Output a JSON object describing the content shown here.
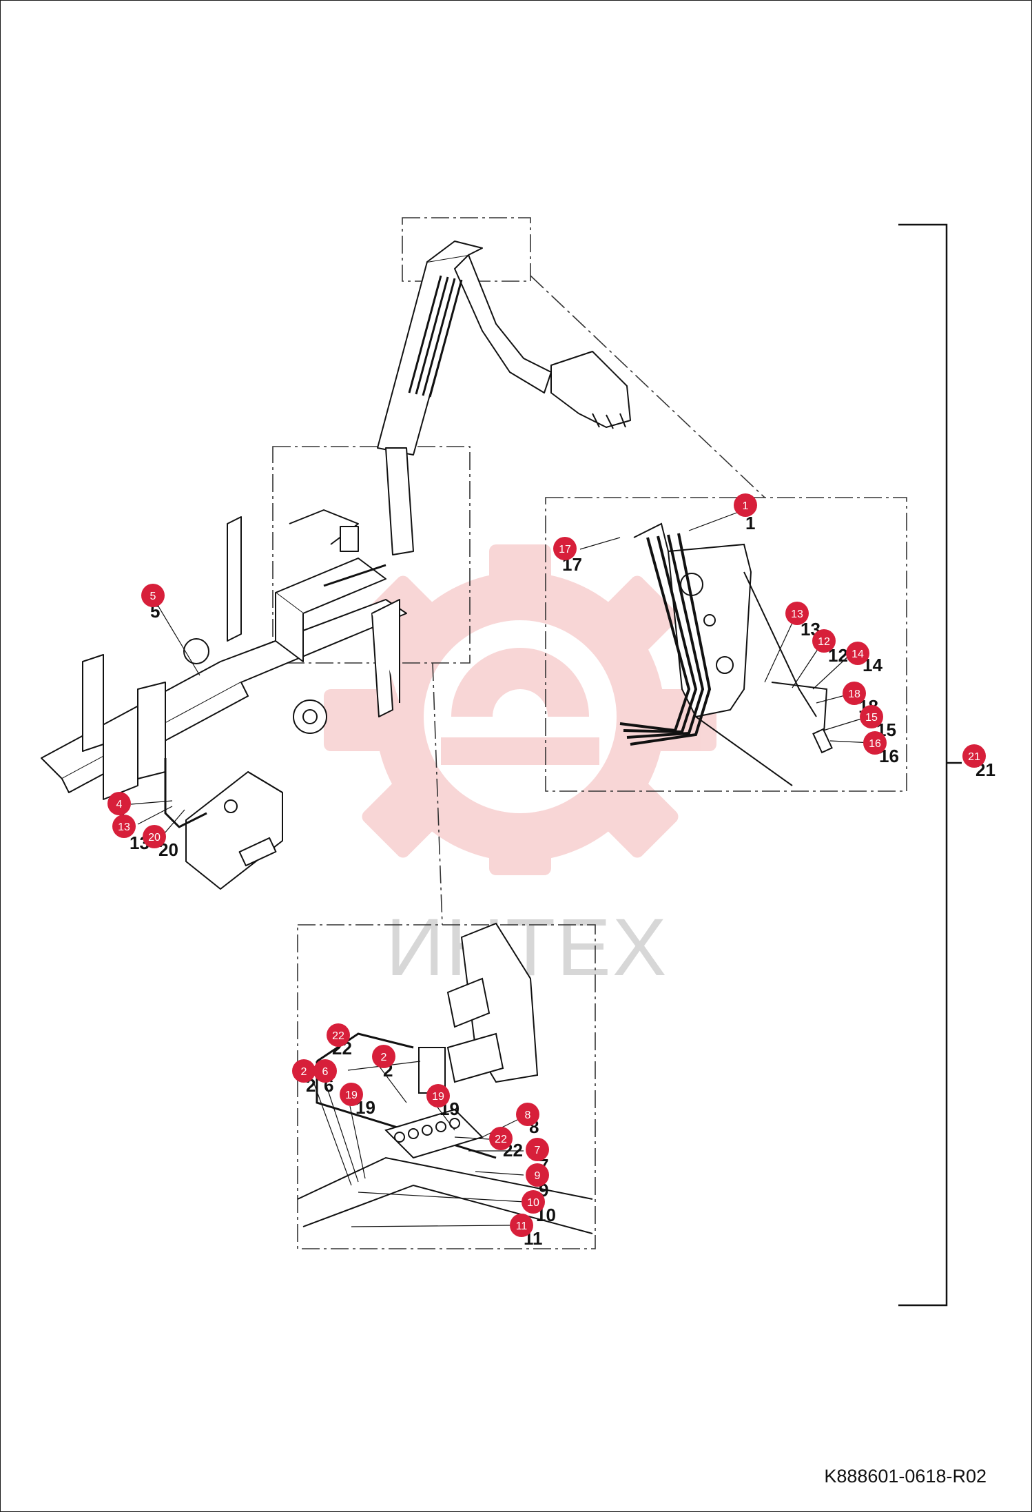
{
  "watermark": {
    "text": "ИНТЕХ",
    "color": "#f3b6b6"
  },
  "document_code": "K888601-0618-R02",
  "colors": {
    "badge": "#d71f3a",
    "line": "#111111",
    "dash": "#333333"
  },
  "assembly_callout": {
    "badge": "21",
    "label": "21"
  },
  "callouts": [
    {
      "badge": "5",
      "label": "5"
    },
    {
      "badge": "4",
      "label": "4"
    },
    {
      "badge": "13",
      "label": "13"
    },
    {
      "badge": "20",
      "label": "20"
    },
    {
      "badge": "1",
      "label": "1"
    },
    {
      "badge": "17",
      "label": "17"
    },
    {
      "badge": "13",
      "label": "13"
    },
    {
      "badge": "12",
      "label": "12"
    },
    {
      "badge": "14",
      "label": "14"
    },
    {
      "badge": "18",
      "label": "18"
    },
    {
      "badge": "15",
      "label": "15"
    },
    {
      "badge": "16",
      "label": "16"
    },
    {
      "badge": "22",
      "label": "22"
    },
    {
      "badge": "2",
      "label": "2"
    },
    {
      "badge": "2",
      "label": "2"
    },
    {
      "badge": "6",
      "label": "6"
    },
    {
      "badge": "19",
      "label": "19"
    },
    {
      "badge": "19",
      "label": "19"
    },
    {
      "badge": "8",
      "label": "8"
    },
    {
      "badge": "22",
      "label": "22"
    },
    {
      "badge": "7",
      "label": "7"
    },
    {
      "badge": "9",
      "label": "9"
    },
    {
      "badge": "10",
      "label": "10"
    },
    {
      "badge": "11",
      "label": "11"
    }
  ]
}
